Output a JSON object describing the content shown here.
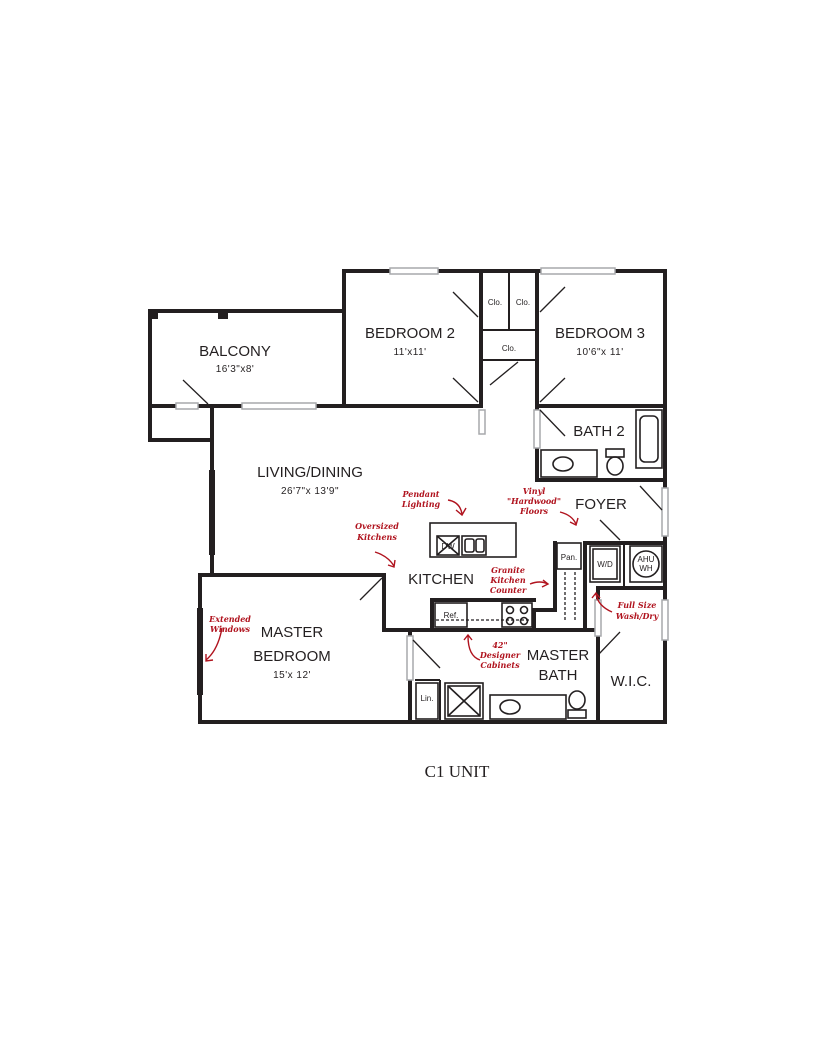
{
  "plan": {
    "caption": "C1 UNIT",
    "rooms": {
      "balcony": {
        "name": "BALCONY",
        "dim": "16'3\"x8'"
      },
      "bedroom2": {
        "name": "BEDROOM 2",
        "dim": "11'x11'"
      },
      "bedroom3": {
        "name": "BEDROOM 3",
        "dim": "10'6\"x 11'"
      },
      "living": {
        "name": "LIVING/DINING",
        "dim": "26'7\"x 13'9\""
      },
      "bath2": {
        "name": "BATH 2"
      },
      "foyer": {
        "name": "FOYER"
      },
      "kitchen": {
        "name": "KITCHEN"
      },
      "master": {
        "name_line1": "MASTER",
        "name_line2": "BEDROOM",
        "dim": "15'x 12'"
      },
      "master_bath": {
        "name_line1": "MASTER",
        "name_line2": "BATH"
      },
      "wic": {
        "name": "W.I.C."
      }
    },
    "fixtures": {
      "clo_a": "Clo.",
      "clo_b": "Clo.",
      "clo_c": "Clo.",
      "pan": "Pan.",
      "wd": "W/D",
      "ahu": "AHU",
      "wh": "WH",
      "ref": "Ref.",
      "lin": "Lin.",
      "dw": "DW"
    },
    "notes": {
      "pendant": [
        "Pendant",
        "Lighting"
      ],
      "vinyl": [
        "Vinyl",
        "\"Hardwood\"",
        "Floors"
      ],
      "oversized": [
        "Oversized",
        "Kitchens"
      ],
      "granite": [
        "Granite",
        "Kitchen",
        "Counter"
      ],
      "washdry": [
        "Full Size",
        "Wash/Dry"
      ],
      "windows": [
        "Extended",
        "Windows"
      ],
      "cabinets": [
        "42\"",
        "Designer",
        "Cabinets"
      ]
    },
    "colors": {
      "wall": "#231f20",
      "annotation": "#b0131e",
      "window": "#a7a9ac"
    }
  }
}
